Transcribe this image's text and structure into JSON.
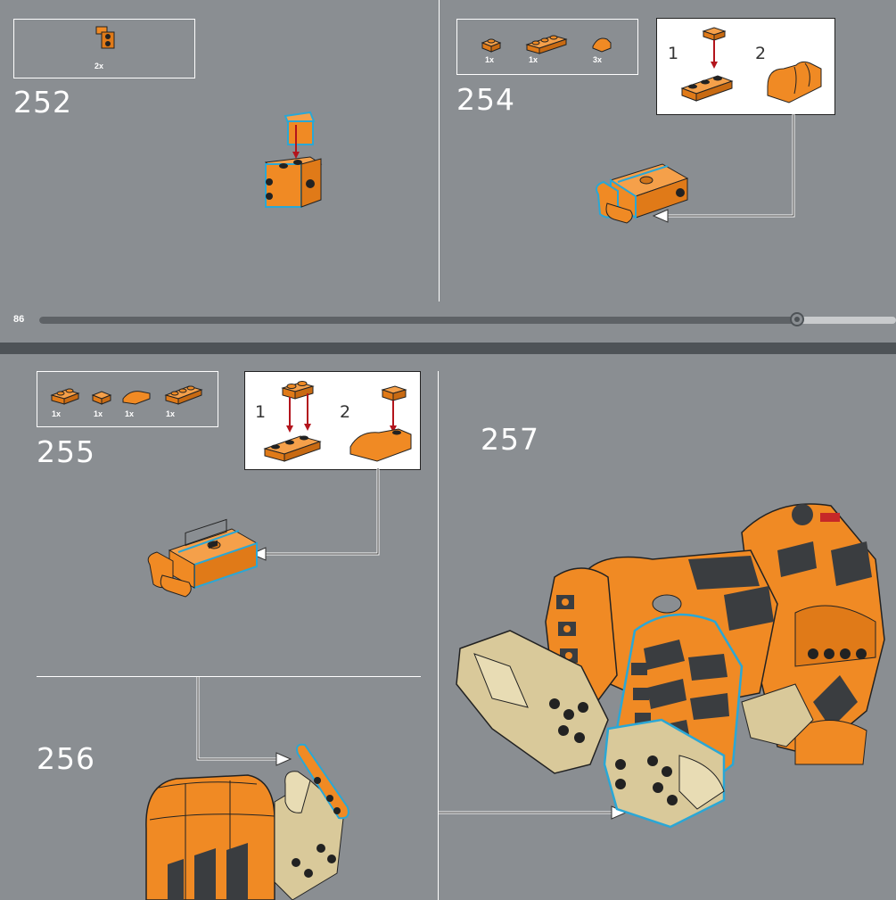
{
  "page": {
    "number": "86",
    "progress_fraction": 0.89
  },
  "steps": [
    {
      "id": "252",
      "parts": [
        {
          "qty": "2x"
        }
      ]
    },
    {
      "id": "254",
      "parts": [
        {
          "qty": "1x"
        },
        {
          "qty": "1x"
        },
        {
          "qty": "3x"
        }
      ],
      "callout": [
        "1",
        "2"
      ]
    },
    {
      "id": "255",
      "parts": [
        {
          "qty": "1x"
        },
        {
          "qty": "1x"
        },
        {
          "qty": "1x"
        },
        {
          "qty": "1x"
        }
      ],
      "callout": [
        "1",
        "2"
      ]
    },
    {
      "id": "256"
    },
    {
      "id": "257"
    }
  ],
  "colors": {
    "background": "#8a8e92",
    "brick_orange": "#f08a24",
    "brick_dark": "#3a3d40",
    "brick_tan": "#d9c99a",
    "arrow_red": "#b3141c",
    "highlight_blue": "#2aa7d6"
  }
}
